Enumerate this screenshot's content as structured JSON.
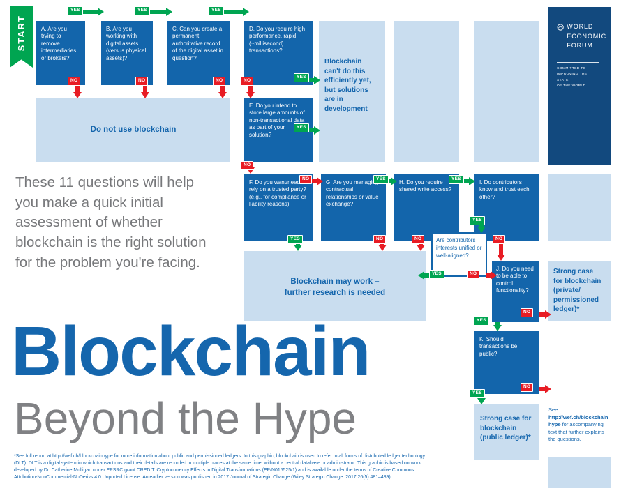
{
  "title": {
    "main": "Blockchain",
    "sub": "Beyond the Hype"
  },
  "start": {
    "label": "START"
  },
  "intro": {
    "text": "These 11 questions will help\nyou make a quick initial\nassessment of whether\nblockchain is the right solution\nfor the problem you're facing."
  },
  "labels": {
    "yes": "YES",
    "no": "NO"
  },
  "questions": {
    "a": "A. Are you trying to remove intermediaries or brokers?",
    "b": "B. Are you working with digital assets (versus physical assets)?",
    "c": "C. Can you create a permanent, authoritative record of the digital asset in question?",
    "d": "D. Do you require high performance, rapid (~millisecond) transactions?",
    "e": "E. Do you intend to store large amounts of non-transactional data as part of your solution?",
    "f": "F. Do you want/need to rely on a trusted party? (e.g., for compliance or liability reasons)",
    "g": "G. Are you managing contractual relationships or value exchange?",
    "h": "H. Do you require shared write access?",
    "i": "I. Do contributors know and trust each other?",
    "j": "J. Do you need to be able to control functionality?",
    "k": "K. Should transactions be public?",
    "aligned": "Are contributors interests unified or well-aligned?"
  },
  "outcomes": {
    "do_not_use": "Do not use blockchain",
    "cant_do": "Blockchain\ncan't do this\nefficiently yet,\nbut solutions\nare in\ndevelopment",
    "may_work": "Blockchain may work –\nfurther research is needed",
    "private_ledger": "Strong case\nfor blockchain\n(private/\npermissioned\nledger)*",
    "public_ledger": "Strong case for\nblockchain\n(public ledger)*"
  },
  "see_more": {
    "prefix": "See ",
    "link": "http://wef.ch/blockchainhype",
    "suffix": " for accompanying text that further explains the questions."
  },
  "wef": {
    "wordmark": "WORLD\nECONOMIC\nFORUM",
    "tagline": "COMMITTED TO\nIMPROVING THE STATE\nOF THE WORLD"
  },
  "footnote": {
    "lines": [
      "*See full report at http://wef.ch/blockchainhype for more information about public and permissioned ledgers. In this graphic, blockchain is used to refer to all forms of distributed ledger technology",
      "(DLT). DLT is a digital system in which transactions and their details are recorded in multiple places at the same time, without a central database or administrator. This graphic is based on work",
      "developed by Dr. Catherine Mulligan under EPSRC grant CREDIT: Cryptocurrency Effects in Digital Transformations (EP/N015525/1) and is available under the terms of Creative Commons",
      "Attribution-NonCommercial-NoDerivs 4.0 Unported License. An earlier version was published in 2017 Journal of Strategic Change (Wiley Strategic Change. 2017;26(5):481–489)"
    ]
  },
  "colors": {
    "question_blue": "#1365ab",
    "pale_blue": "#c9ddef",
    "navy": "#12497e",
    "arrow_green": "#00a551",
    "arrow_red": "#e81c24",
    "title_blue": "#1566ad",
    "subtitle_gray": "#808184"
  }
}
